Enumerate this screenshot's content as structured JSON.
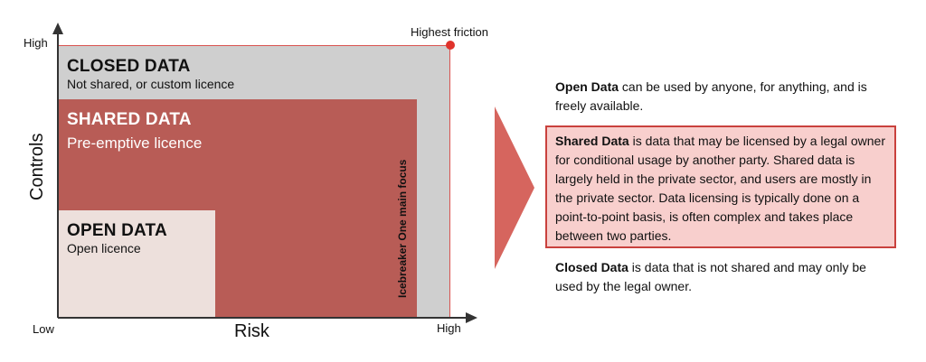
{
  "axes": {
    "y_label": "Controls",
    "x_label": "Risk",
    "y_high": "High",
    "x_low": "Low",
    "x_high": "High"
  },
  "corner_label": "Highest friction",
  "focus_label": "Icebreaker One main focus",
  "zones": {
    "closed": {
      "title": "CLOSED DATA",
      "subtitle": "Not shared, or custom licence"
    },
    "shared": {
      "title": "SHARED DATA",
      "subtitle": "Pre-emptive licence"
    },
    "open": {
      "title": "OPEN DATA",
      "subtitle": "Open licence"
    }
  },
  "descriptions": {
    "open": {
      "term": "Open Data",
      "text": " can be used by anyone, for anything, and is freely available."
    },
    "shared": {
      "term": "Shared Data",
      "text": " is data that may be licensed by a legal owner for conditional usage by another party. Shared data is largely held in the private sector, and users are mostly in the private sector. Data licensing is typically done on a point-to-point basis, is often complex and takes place between two parties."
    },
    "closed": {
      "term": "Closed Data",
      "text": " is data that is not shared and may only be used by the legal owner."
    }
  },
  "colors": {
    "closed": "#cfcfcf",
    "shared": "#b85c56",
    "open": "#ede0dc",
    "accent": "#d9534f",
    "chevron": "#d6655e"
  }
}
